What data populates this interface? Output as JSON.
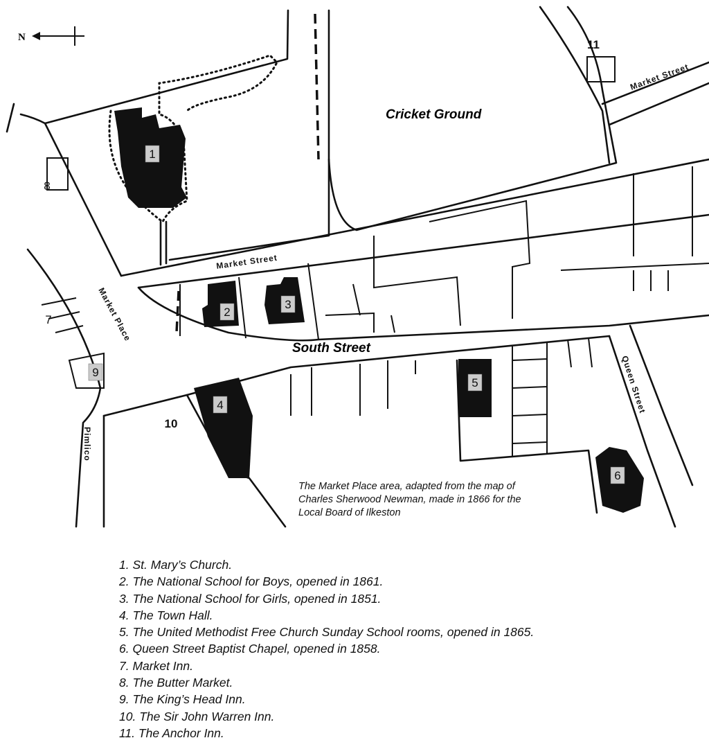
{
  "north_label": "N",
  "areas": {
    "cricket_ground": "Cricket Ground",
    "south_street": "South Street"
  },
  "streets": {
    "market_street_main": "Market Street",
    "market_street_ne": "Market Street",
    "market_place": "Market Place",
    "pimlico": "Pimlico",
    "queen_street": "Queen Street"
  },
  "markers": [
    "1",
    "2",
    "3",
    "4",
    "5",
    "6",
    "7",
    "8",
    "9",
    "10",
    "11"
  ],
  "caption": [
    "The Market Place area, adapted from the map of",
    "Charles Sherwood Newman, made in 1866 for the",
    "Local Board of Ilkeston"
  ],
  "legend": [
    "1.  St. Mary’s Church.",
    "2. The National School for Boys, opened in 1861.",
    "3. The National School for Girls, opened in 1851.",
    "4. The Town Hall.",
    "5. The United Methodist Free Church Sunday School rooms, opened in 1865.",
    "6. Queen Street  Baptist Chapel, opened in 1858.",
    "7. Market Inn.",
    "8. The Butter Market.",
    "9. The King’s Head Inn.",
    "10. The Sir John Warren Inn.",
    "11. The Anchor Inn."
  ]
}
